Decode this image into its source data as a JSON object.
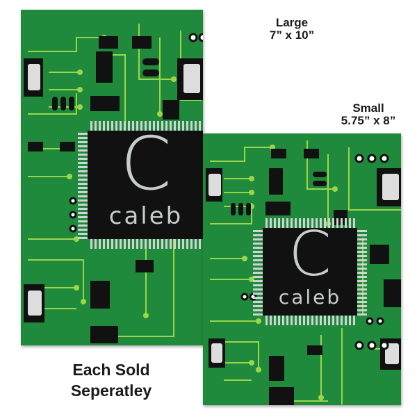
{
  "products": [
    {
      "id": "large",
      "size_name": "Large",
      "dimensions": "7” x 10”",
      "monogram_initial": "C",
      "monogram_name": "caleb"
    },
    {
      "id": "small",
      "size_name": "Small",
      "dimensions": "5.75” x 8”",
      "monogram_initial": "C",
      "monogram_name": "caleb"
    }
  ],
  "note": {
    "line1": "Each Sold",
    "line2": "Seperatley"
  },
  "colors": {
    "board_green": "#1f8a3b",
    "trace": "#9bd64a",
    "chip_black": "#111111",
    "pin_silver": "#cfd3d4"
  }
}
